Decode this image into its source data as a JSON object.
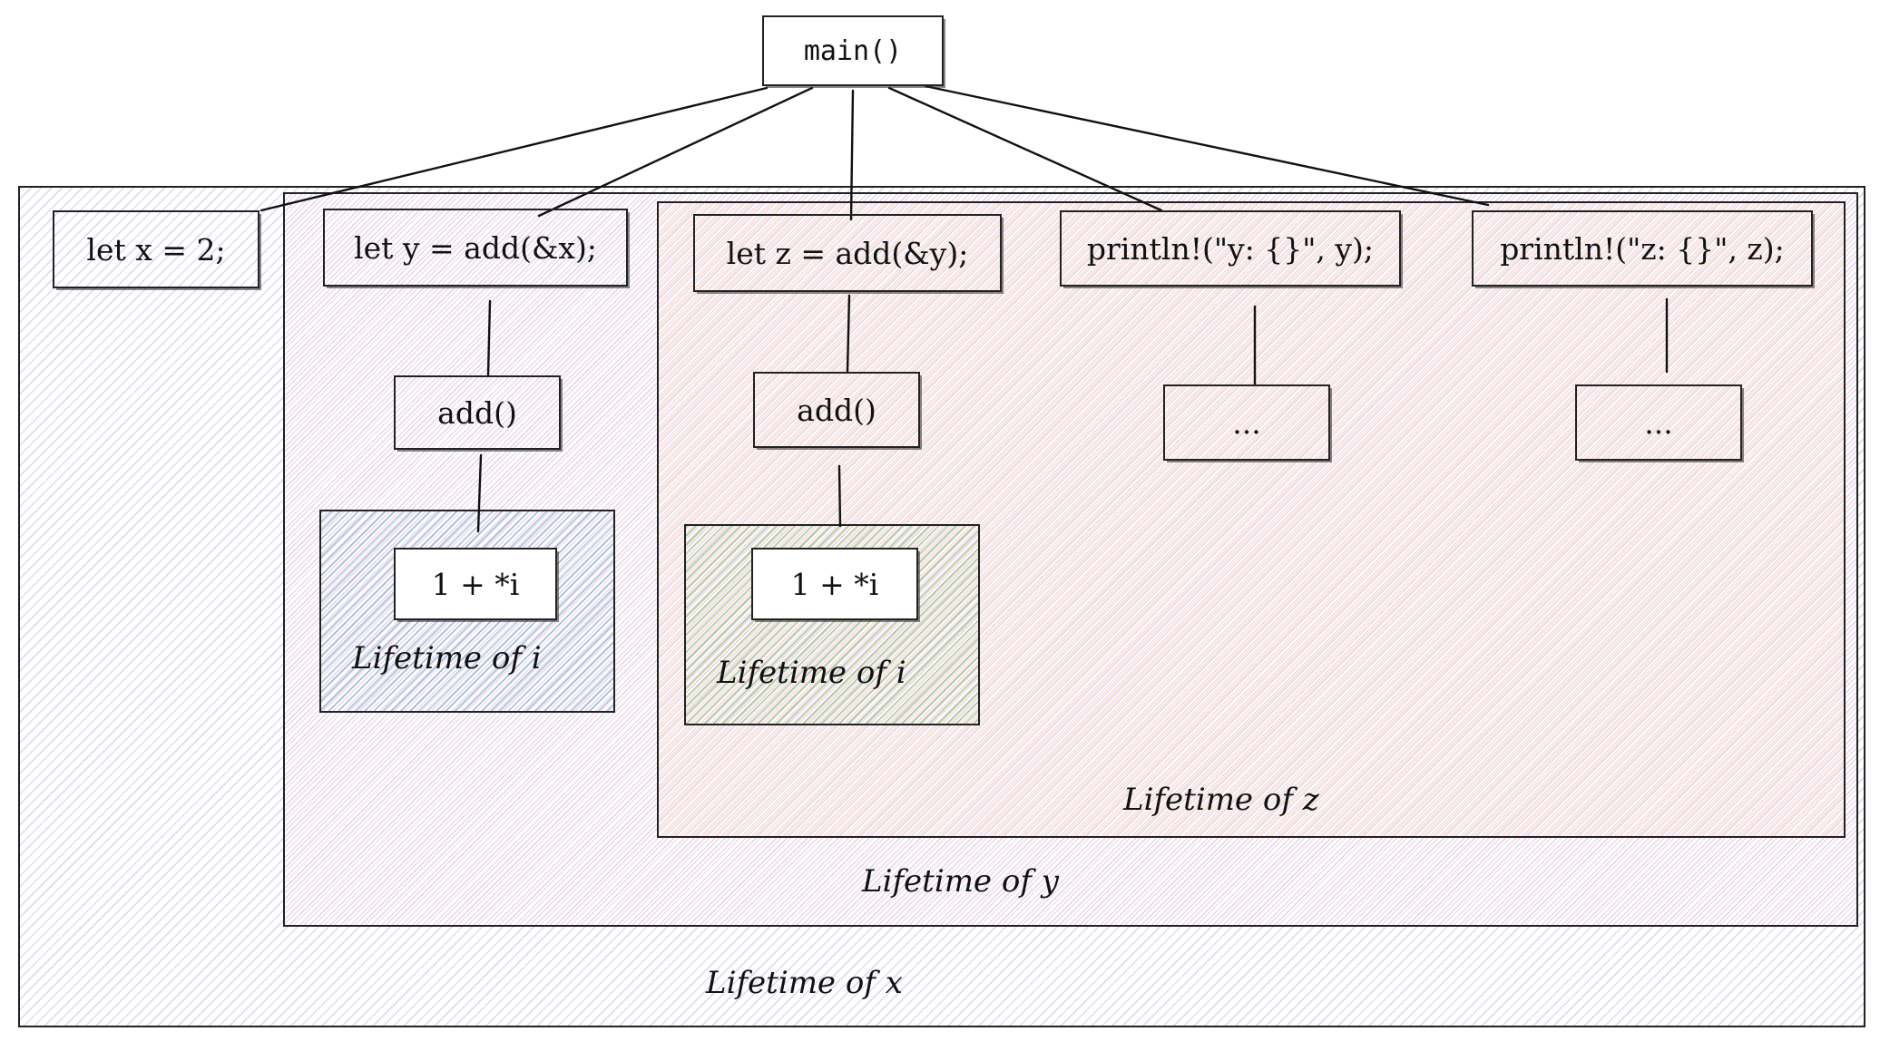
{
  "diagram": {
    "root": "main()",
    "statements": {
      "let_x": "let x = 2;",
      "let_y": "let y = add(&x);",
      "let_z": "let z = add(&y);",
      "println_y": "println!(\"y: {}\", y);",
      "println_z": "println!(\"z: {}\", z);"
    },
    "calls": {
      "add_y": "add()",
      "add_z": "add()",
      "ellipsis_y": "...",
      "ellipsis_z": "..."
    },
    "expressions": {
      "expr_y": "1 + *i",
      "expr_z": "1 + *i"
    },
    "lifetimes": {
      "x": "Lifetime of x",
      "y": "Lifetime of y",
      "z": "Lifetime of z",
      "i_first": "Lifetime of i",
      "i_second": "Lifetime of i"
    },
    "colors": {
      "lifetime_x": "#9696cd",
      "lifetime_y": "#e88cb9",
      "lifetime_z": "#f5b46e",
      "lifetime_i_first": "#5a96c8",
      "lifetime_i_second": "#64af5f",
      "stroke": "#222222"
    }
  }
}
